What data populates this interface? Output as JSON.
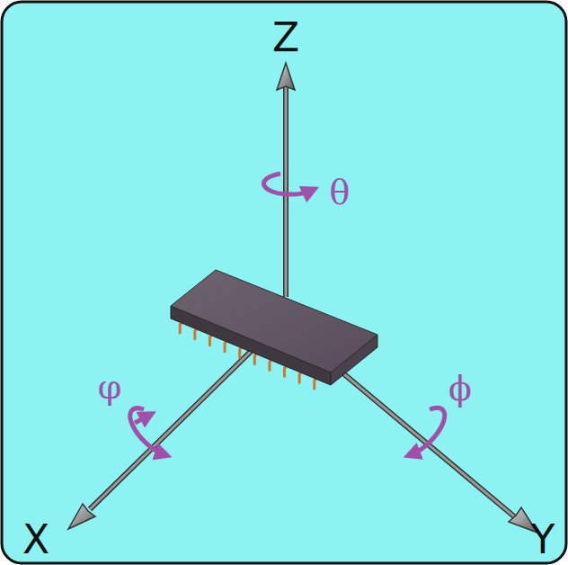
{
  "diagram": {
    "labels": [
      "Z",
      "θ",
      "φ",
      "ϕ",
      "X",
      "Y"
    ]
  }
}
